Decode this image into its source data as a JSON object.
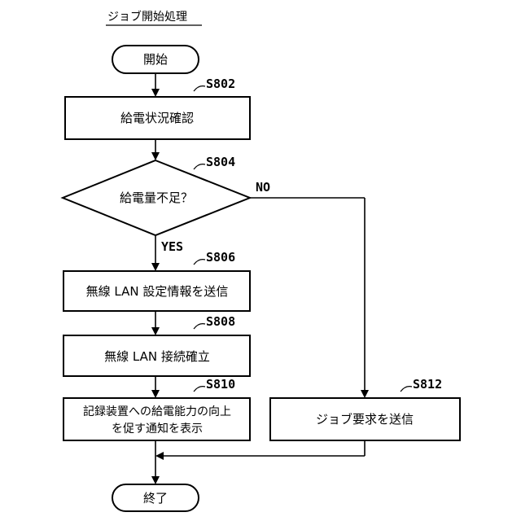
{
  "title": "ジョブ開始処理",
  "start": "開始",
  "end": "終了",
  "steps": {
    "s802": {
      "id": "S802",
      "text": "給電状況確認"
    },
    "s804": {
      "id": "S804",
      "text": "給電量不足？"
    },
    "s806": {
      "id": "S806",
      "text": "無線 LAN 設定情報を送信"
    },
    "s808": {
      "id": "S808",
      "text": "無線 LAN 接続確立"
    },
    "s810": {
      "id": "S810",
      "line1": "記録装置への給電能力の向上",
      "line2": "を促す通知を表示"
    },
    "s812": {
      "id": "S812",
      "text": "ジョブ要求を送信"
    }
  },
  "branches": {
    "yes": "YES",
    "no": "NO"
  }
}
